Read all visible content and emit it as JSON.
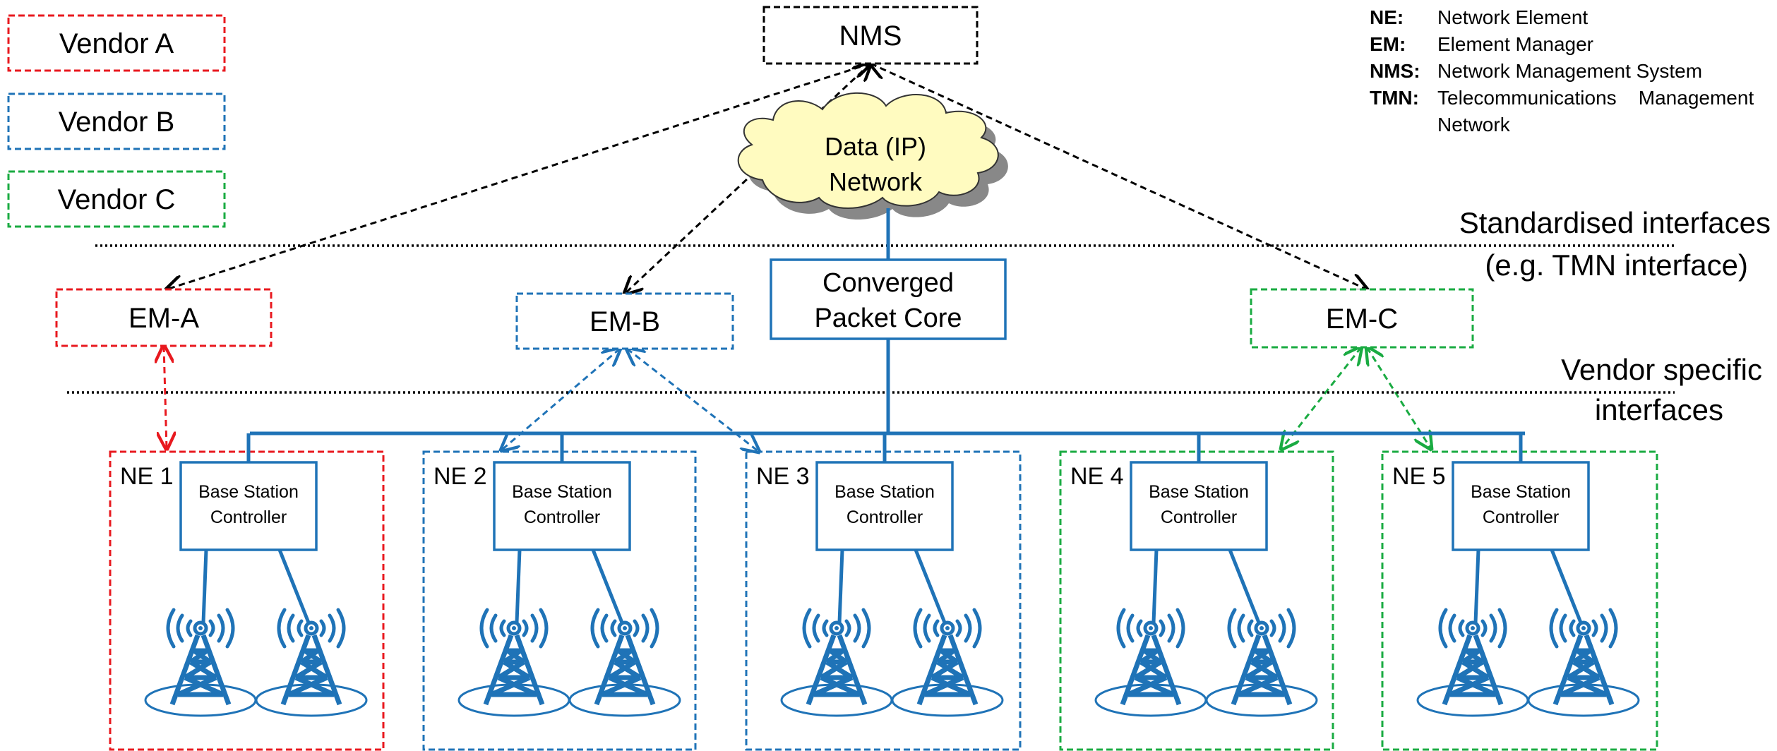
{
  "vendors": [
    {
      "label": "Vendor A",
      "color": "#e8191f"
    },
    {
      "label": "Vendor B",
      "color": "#1f73b7"
    },
    {
      "label": "Vendor C",
      "color": "#1aab42"
    }
  ],
  "nms": {
    "label": "NMS"
  },
  "cloud": {
    "line1": "Data (IP)",
    "line2": "Network",
    "fill": "#fffbc0"
  },
  "core": {
    "line1": "Converged",
    "line2": "Packet Core",
    "color": "#1f73b7"
  },
  "element_managers": [
    {
      "label": "EM-A",
      "vendor": 0
    },
    {
      "label": "EM-B",
      "vendor": 1
    },
    {
      "label": "EM-C",
      "vendor": 2
    }
  ],
  "interfaces": {
    "standardised_1": "Standardised interfaces",
    "standardised_2": "(e.g. TMN interface)",
    "vendor_1": "Vendor specific",
    "vendor_2": "interfaces"
  },
  "legend": [
    {
      "key": "NE:",
      "desc": "Network Element"
    },
    {
      "key": "EM:",
      "desc": "Element Manager"
    },
    {
      "key": "NMS:",
      "desc": "Network Management System"
    },
    {
      "key": "TMN:",
      "desc": "Telecommunications    Management",
      "desc2": "Network"
    }
  ],
  "network_elements": [
    {
      "label": "NE 1",
      "vendor": 0
    },
    {
      "label": "NE 2",
      "vendor": 1
    },
    {
      "label": "NE 3",
      "vendor": 1
    },
    {
      "label": "NE 4",
      "vendor": 2
    },
    {
      "label": "NE 5",
      "vendor": 2
    }
  ],
  "bsc": {
    "line1": "Base Station",
    "line2": "Controller"
  },
  "icons": {
    "tower": "radio-tower-icon",
    "cloud": "cloud-icon"
  },
  "colors": {
    "blue": "#1f73b7",
    "dashed_black": "#000000"
  }
}
